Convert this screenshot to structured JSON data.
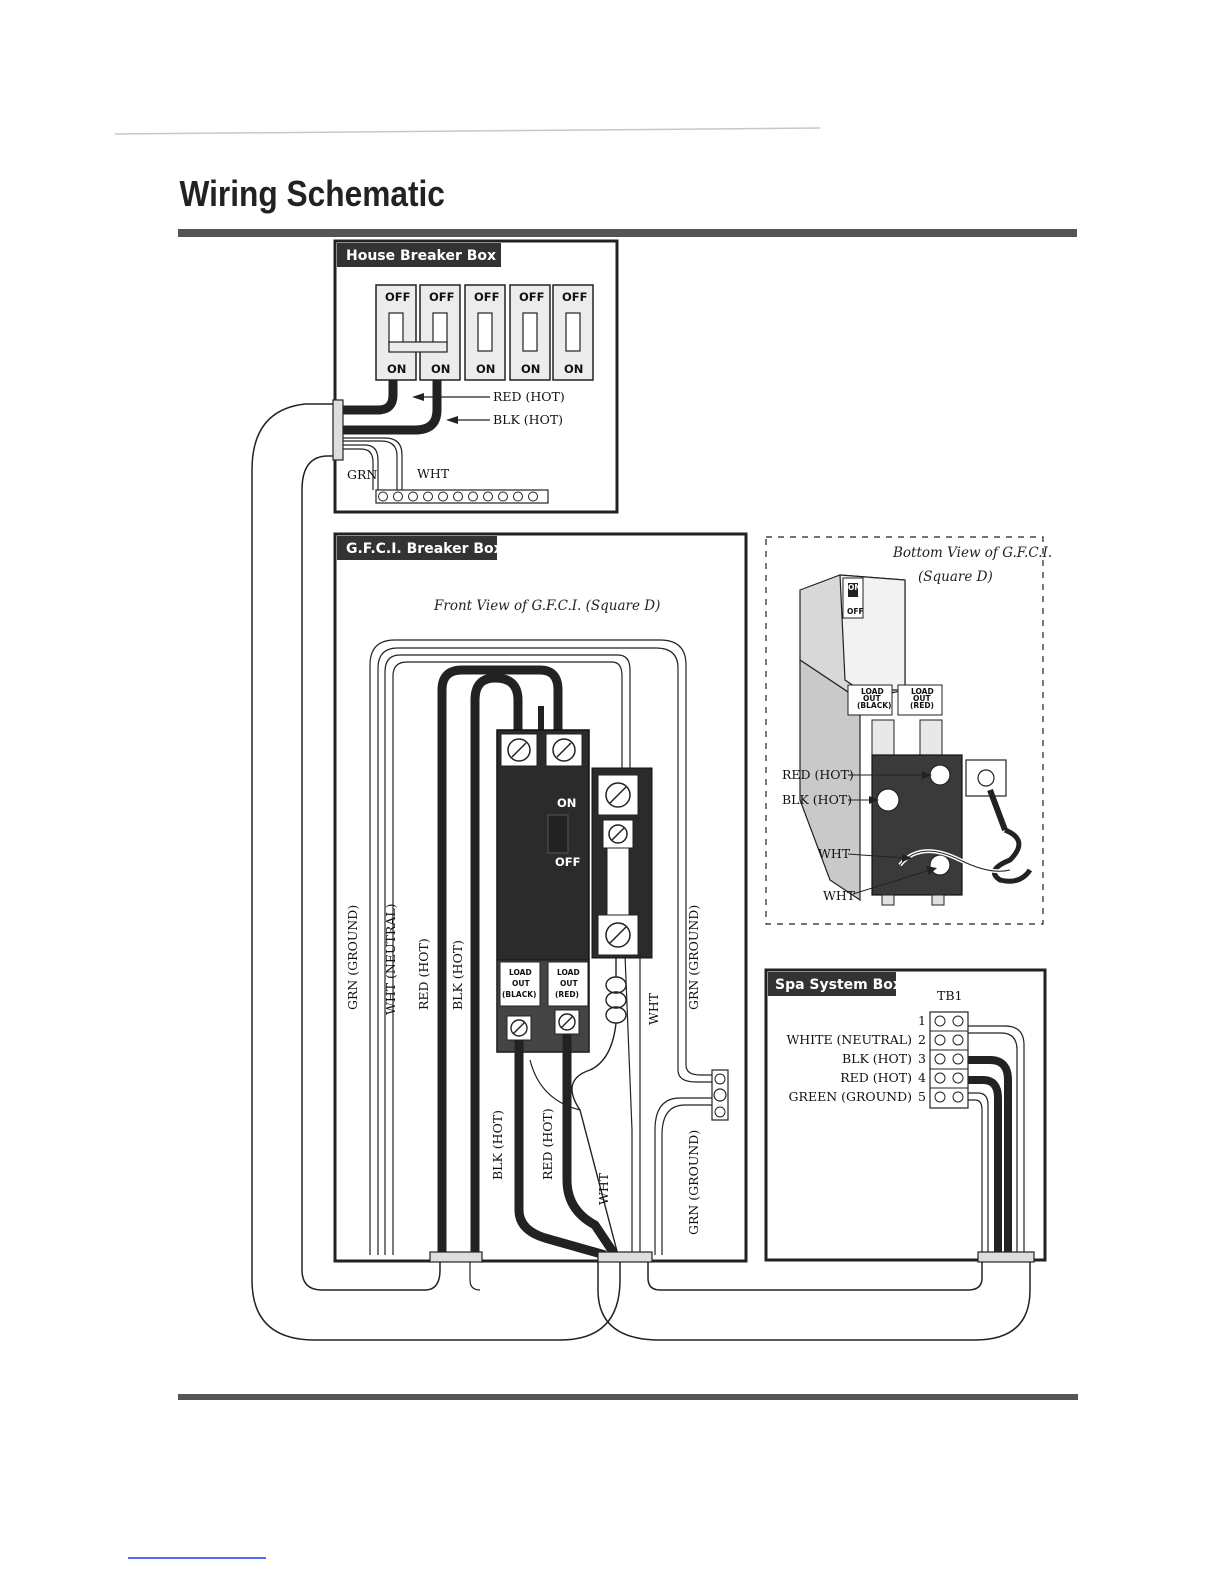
{
  "title": "Wiring Schematic",
  "house_box": {
    "header": "House Breaker Box",
    "breakers": [
      {
        "top": "OFF",
        "bottom": "ON"
      },
      {
        "top": "OFF",
        "bottom": "ON"
      },
      {
        "top": "OFF",
        "bottom": "ON"
      },
      {
        "top": "OFF",
        "bottom": "ON"
      },
      {
        "top": "OFF",
        "bottom": "ON"
      }
    ],
    "red_label": "RED (HOT)",
    "blk_label": "BLK (HOT)",
    "grn_label": "GRN",
    "wht_label": "WHT"
  },
  "gfci_box": {
    "header": "G.F.C.I. Breaker Box",
    "front_view": "Front View of G.F.C.I. (Square D)",
    "on": "ON",
    "off": "OFF",
    "load_black": [
      "LOAD",
      "OUT",
      "(BLACK)"
    ],
    "load_red": [
      "LOAD",
      "OUT",
      "(RED)"
    ],
    "v_grn_ground": "GRN (GROUND)",
    "v_wht_neutral": "WHT (NEUTRAL)",
    "v_red_hot": "RED (HOT)",
    "v_blk_hot": "BLK (HOT)",
    "v_grn_ground_right": "GRN (GROUND)",
    "v_wht": "WHT",
    "v_blk_hot_low": "BLK (HOT)",
    "v_red_hot_low": "RED (HOT)",
    "v_wht_low": "WHT",
    "v_grn_ground_low": "GRN (GROUND)"
  },
  "bottom_view": {
    "title_line1": "Bottom View of G.F.C.I.",
    "title_line2": "(Square D)",
    "on": "ON",
    "off": "OFF",
    "load_black": [
      "LOAD",
      "OUT",
      "(BLACK)"
    ],
    "load_red": [
      "LOAD",
      "OUT",
      "(RED)"
    ],
    "red_hot": "RED (HOT)",
    "blk_hot": "BLK (HOT)",
    "wht1": "WHT",
    "wht2": "WHT"
  },
  "spa_box": {
    "header": "Spa System Box",
    "tb_label": "TB1",
    "terminals": [
      {
        "num": "1",
        "label": ""
      },
      {
        "num": "2",
        "label": "WHITE (NEUTRAL)"
      },
      {
        "num": "3",
        "label": "BLK (HOT)"
      },
      {
        "num": "4",
        "label": "RED (HOT)"
      },
      {
        "num": "5",
        "label": "GREEN (GROUND)"
      }
    ]
  }
}
